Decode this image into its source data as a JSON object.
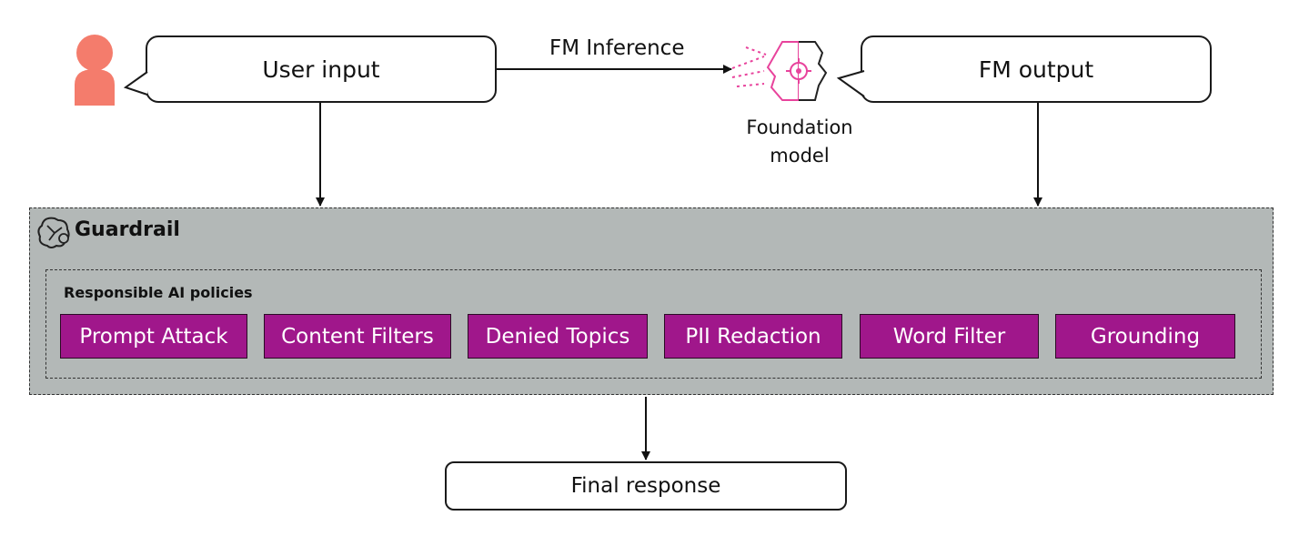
{
  "user_input_label": "User input",
  "fm_inference_label": "FM Inference",
  "fm_output_label": "FM output",
  "foundation_model_label_line1": "Foundation",
  "foundation_model_label_line2": "model",
  "guardrail_title": "Guardrail",
  "policies_title": "Responsible AI policies",
  "policies": [
    "Prompt Attack",
    "Content Filters",
    "Denied Topics",
    "PII Redaction",
    "Word Filter",
    "Grounding"
  ],
  "final_response_label": "Final response",
  "colors": {
    "user_icon": "#f47c6c",
    "policy_fill": "#a0178b",
    "foundation_icon": "#e8439c",
    "guardrail_fill": "#b3b8b7"
  },
  "icons": {
    "user": "user-icon",
    "foundation_model": "foundation-model-icon",
    "guardrail": "guardrail-brain-icon"
  }
}
